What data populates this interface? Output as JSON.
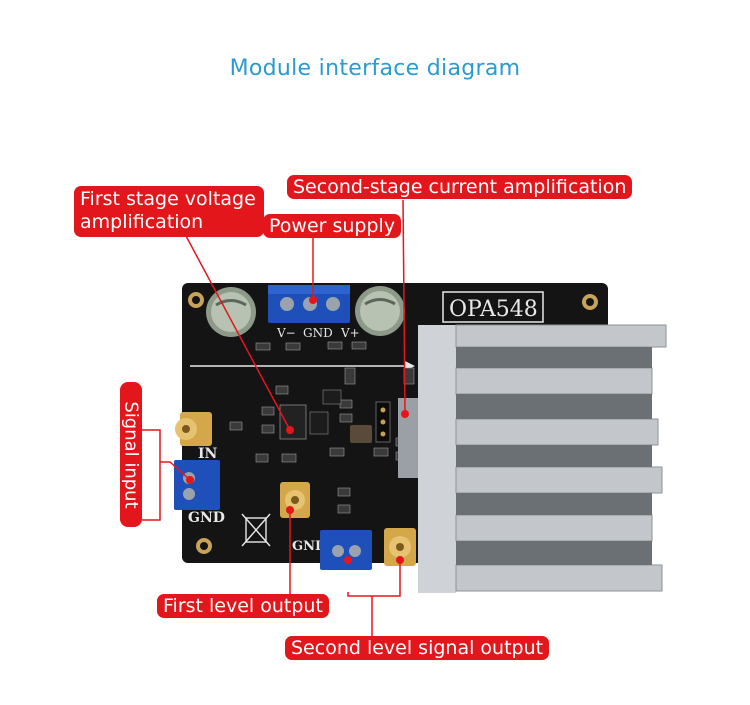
{
  "title": "Module interface diagram",
  "labels": {
    "first_stage": "First stage voltage amplification",
    "power_supply": "Power supply",
    "second_stage": "Second-stage current amplification",
    "signal_input": "Signal input",
    "first_output": "First level output",
    "second_output": "Second level signal output"
  },
  "board": {
    "chip_name": "OPA548",
    "pin_vminus": "V−",
    "pin_gnd": "GND",
    "pin_vplus": "V+",
    "in_label": "IN",
    "gnd_left": "GND",
    "gnd_bottom": "GND"
  },
  "colors": {
    "accent_red": "#e3161c",
    "title_blue": "#2a9bd0",
    "pcb_black": "#141414",
    "terminal_blue": "#1f4fb8",
    "sma_gold": "#d4a84a"
  }
}
